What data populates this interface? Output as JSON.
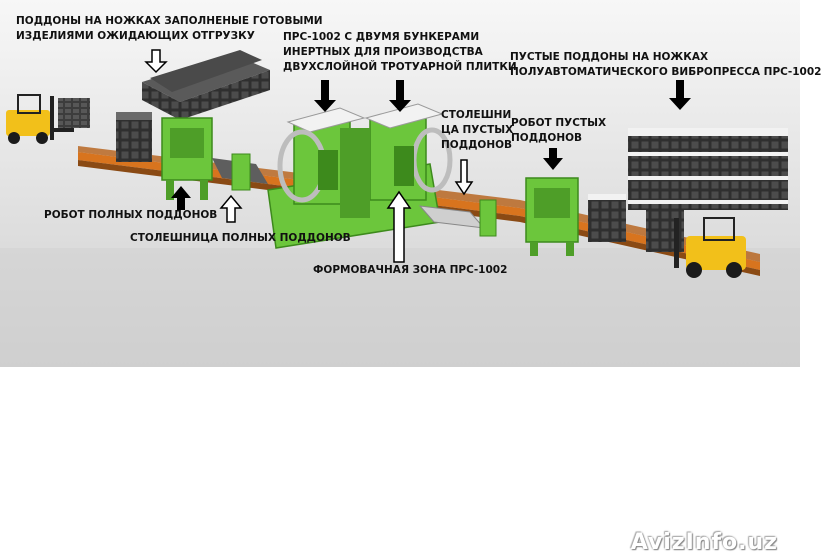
{
  "labels": {
    "full_pallets_storage": [
      "ПОДДОНЫ НА НОЖКАХ ЗАПОЛНЕНЫЕ ГОТОВЫМИ",
      "ИЗДЕЛИЯМИ ОЖИДАЮЩИХ ОТГРУЗКУ"
    ],
    "press_two_hoppers": [
      "ПРС-1002 С ДВУМЯ БУНКЕРАМИ",
      "ИНЕРТНЫХ ДЛЯ ПРОИЗВОДСТВА",
      "ДВУХСЛОЙНОЙ ТРОТУАРНОЙ ПЛИТКИ"
    ],
    "empty_pallets_storage": [
      "ПУСТЫЕ ПОДДОНЫ НА НОЖКАХ",
      "ПОЛУАВТОМАТИЧЕСКОГО ВИБРОПРЕССА ПРС-1002"
    ],
    "empty_pallet_table": [
      "СТОЛЕШНИ",
      "ЦА ПУСТЫХ",
      "ПОДДОНОВ"
    ],
    "empty_pallet_robot": [
      "РОБОТ ПУСТЫХ",
      "ПОДДОНОВ"
    ],
    "full_pallet_robot": "РОБОТ ПОЛНЫХ ПОДДОНОВ",
    "full_pallet_table": "СТОЛЕШНИЦА ПОЛНЫХ ПОДДОНОВ",
    "forming_zone": "ФОРМОВАЧНАЯ ЗОНА ПРС-1002"
  },
  "watermark": "AvizInfo.uz",
  "colors": {
    "scene_background": "#d9d9d9",
    "machine_green": "#6cc63c",
    "conveyor_orange": "#d8741e",
    "forklift_yellow": "#f2c01a",
    "pallet_dark": "#3a3a3a",
    "white_blocks": "#f2f2f2"
  }
}
